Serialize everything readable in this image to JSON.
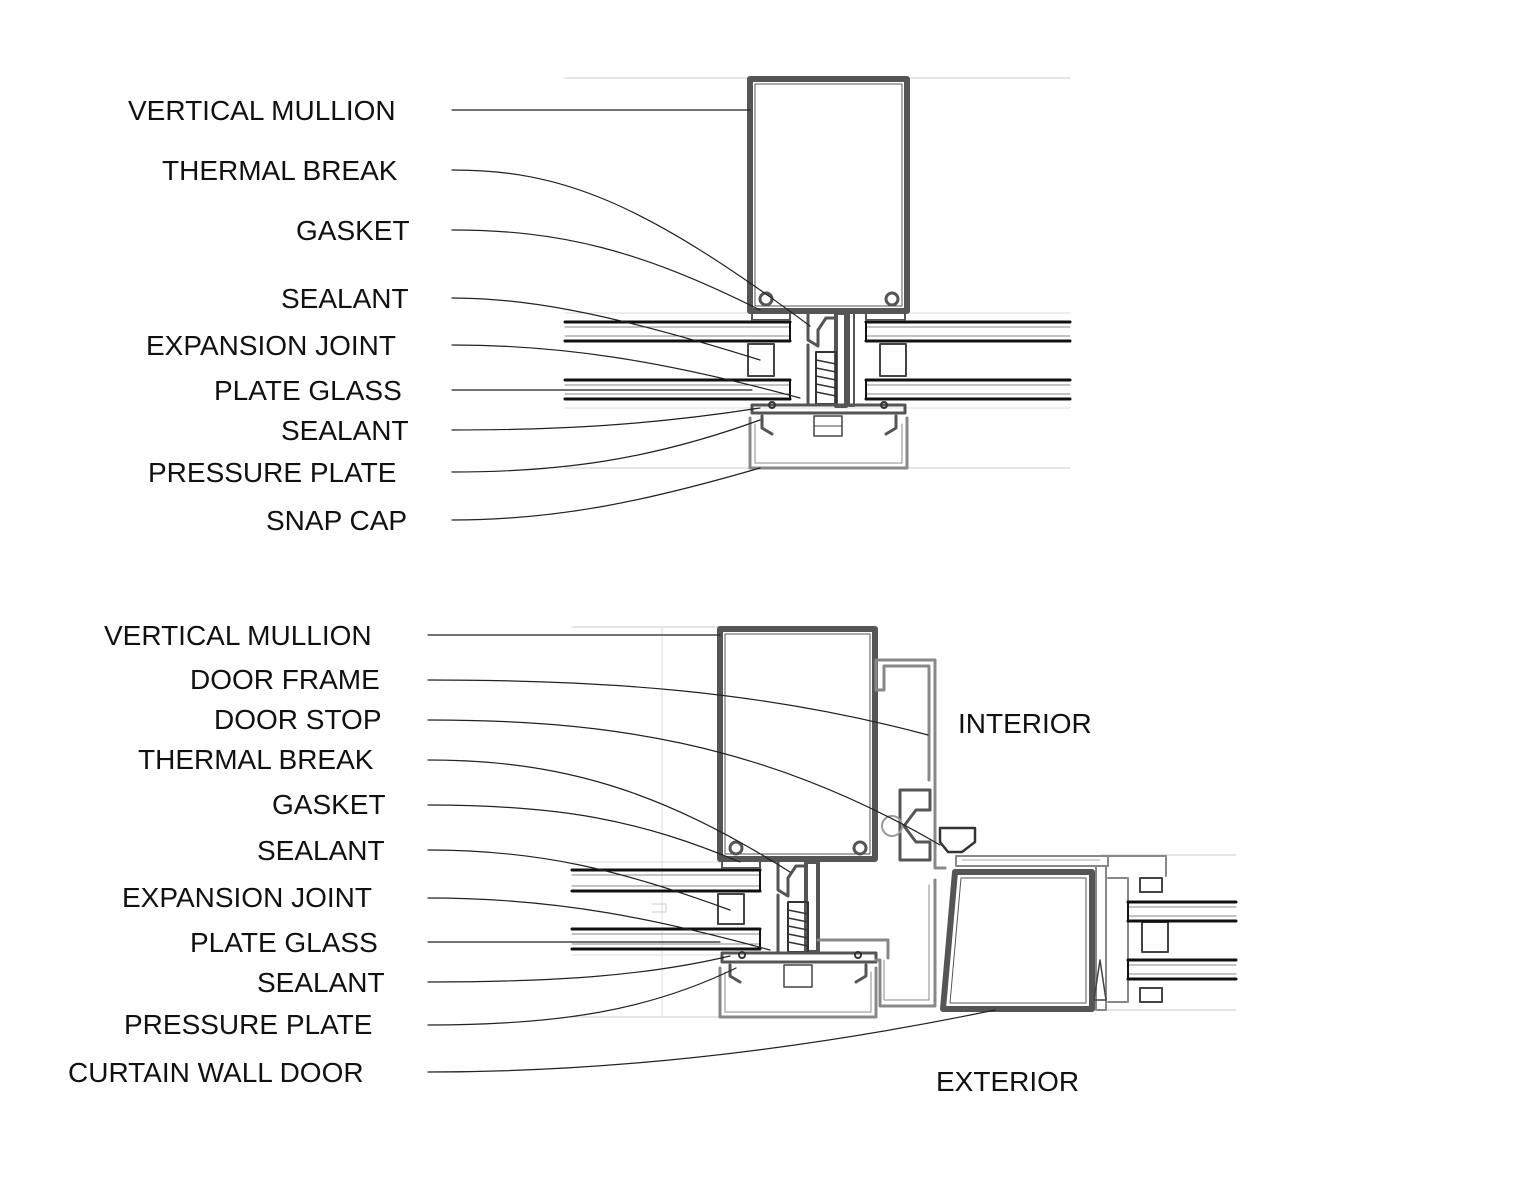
{
  "detail_top": {
    "labels": [
      "VERTICAL MULLION",
      "THERMAL BREAK",
      "GASKET",
      "SEALANT",
      "EXPANSION JOINT",
      "PLATE GLASS",
      "SEALANT",
      "PRESSURE PLATE",
      "SNAP CAP"
    ]
  },
  "detail_bottom": {
    "labels": [
      "VERTICAL MULLION",
      "DOOR FRAME",
      "DOOR STOP",
      "THERMAL BREAK",
      "GASKET",
      "SEALANT",
      "EXPANSION JOINT",
      "PLATE GLASS",
      "SEALANT",
      "PRESSURE PLATE",
      "CURTAIN WALL DOOR"
    ],
    "side_interior": "INTERIOR",
    "side_exterior": "EXTERIOR"
  },
  "colors": {
    "profile": "#555555",
    "frame": "#888888",
    "line": "#222222",
    "faint": "#cccccc"
  }
}
